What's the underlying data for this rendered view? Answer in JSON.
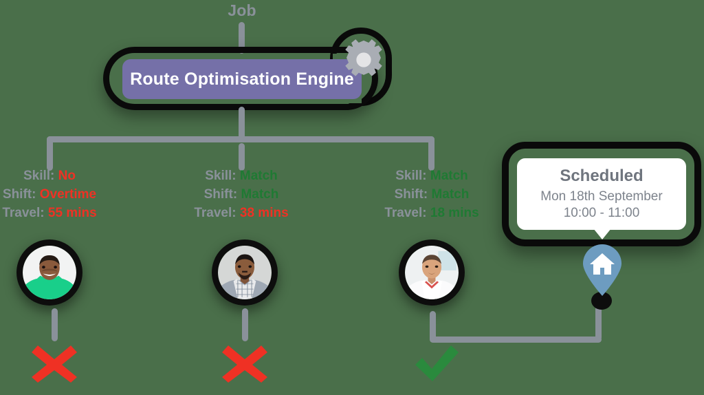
{
  "diagram": {
    "background_color": "#4a6f4a",
    "source_label": "Job",
    "engine": {
      "label": "Route Optimisation Engine",
      "bar_color": "#7570a8",
      "text_color": "#ffffff",
      "icon": "gear-icon",
      "icon_color": "#a9adb4"
    },
    "attribute_keys": {
      "skill": "Skill:",
      "shift": "Shift:",
      "travel": "Travel:"
    },
    "colors": {
      "key_gray": "#8a919a",
      "bad_red": "#ef3124",
      "good_green": "#1f7a33",
      "connector_gray": "#8a919a",
      "pin_blue": "#6d9cc0",
      "outline_black": "#0d0d0d"
    },
    "candidates": [
      {
        "id": "candidate-1",
        "skill": "No",
        "skill_state": "bad",
        "shift": "Overtime",
        "shift_state": "bad",
        "travel": "55 mins",
        "travel_state": "bad",
        "verdict": "rejected",
        "verdict_icon": "cross-icon",
        "avatar_alt": "smiling man in green t-shirt"
      },
      {
        "id": "candidate-2",
        "skill": "Match",
        "skill_state": "good",
        "shift": "Match",
        "shift_state": "good",
        "travel": "38 mins",
        "travel_state": "bad",
        "verdict": "rejected",
        "verdict_icon": "cross-icon",
        "avatar_alt": "man with beard in checked shirt"
      },
      {
        "id": "candidate-3",
        "skill": "Match",
        "skill_state": "good",
        "shift": "Match",
        "shift_state": "good",
        "travel": "18 mins",
        "travel_state": "good",
        "verdict": "selected",
        "verdict_icon": "check-icon",
        "avatar_alt": "man with short hair in white polo shirt"
      }
    ],
    "scheduled": {
      "title": "Scheduled",
      "date": "Mon 18th September",
      "time": "10:00 - 11:00",
      "pin_icon": "home-icon"
    }
  }
}
